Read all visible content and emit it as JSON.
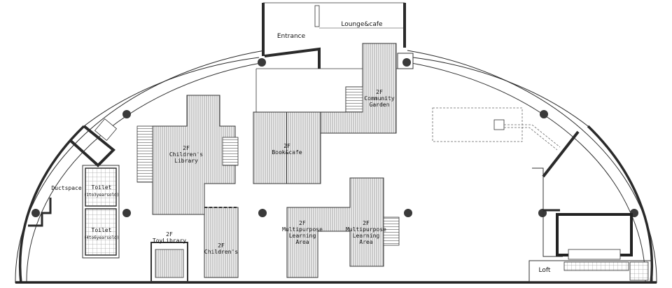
{
  "labels": {
    "entrance": "Entrance",
    "lounge": "Lounge&cafe",
    "community_floor": "2F",
    "community_1": "Community",
    "community_2": "Garden",
    "book_floor": "2F",
    "book": "Book&cafe",
    "childlib_floor": "2F",
    "childlib_1": "Children's",
    "childlib_2": "Library",
    "ductspace": "Ductspace",
    "toilet1": "Toilet",
    "toilet1_sub": "(1to3yearsold)",
    "toilet2": "Toilet",
    "toilet2_sub": "(4to6yearsold)",
    "toylib_floor": "2F",
    "toylib": "ToyLibrary",
    "children_floor": "2F",
    "children": "Children's",
    "multi1_floor": "2F",
    "multi1_1": "Multipurpose",
    "multi1_2": "Learning",
    "multi1_3": "Area",
    "multi2_floor": "2F",
    "multi2_1": "Multipurpose",
    "multi2_2": "Learning",
    "multi2_3": "Area",
    "loft": "Loft"
  },
  "colors": {
    "wall": "#2a2a2a",
    "hatch": "#555555"
  }
}
